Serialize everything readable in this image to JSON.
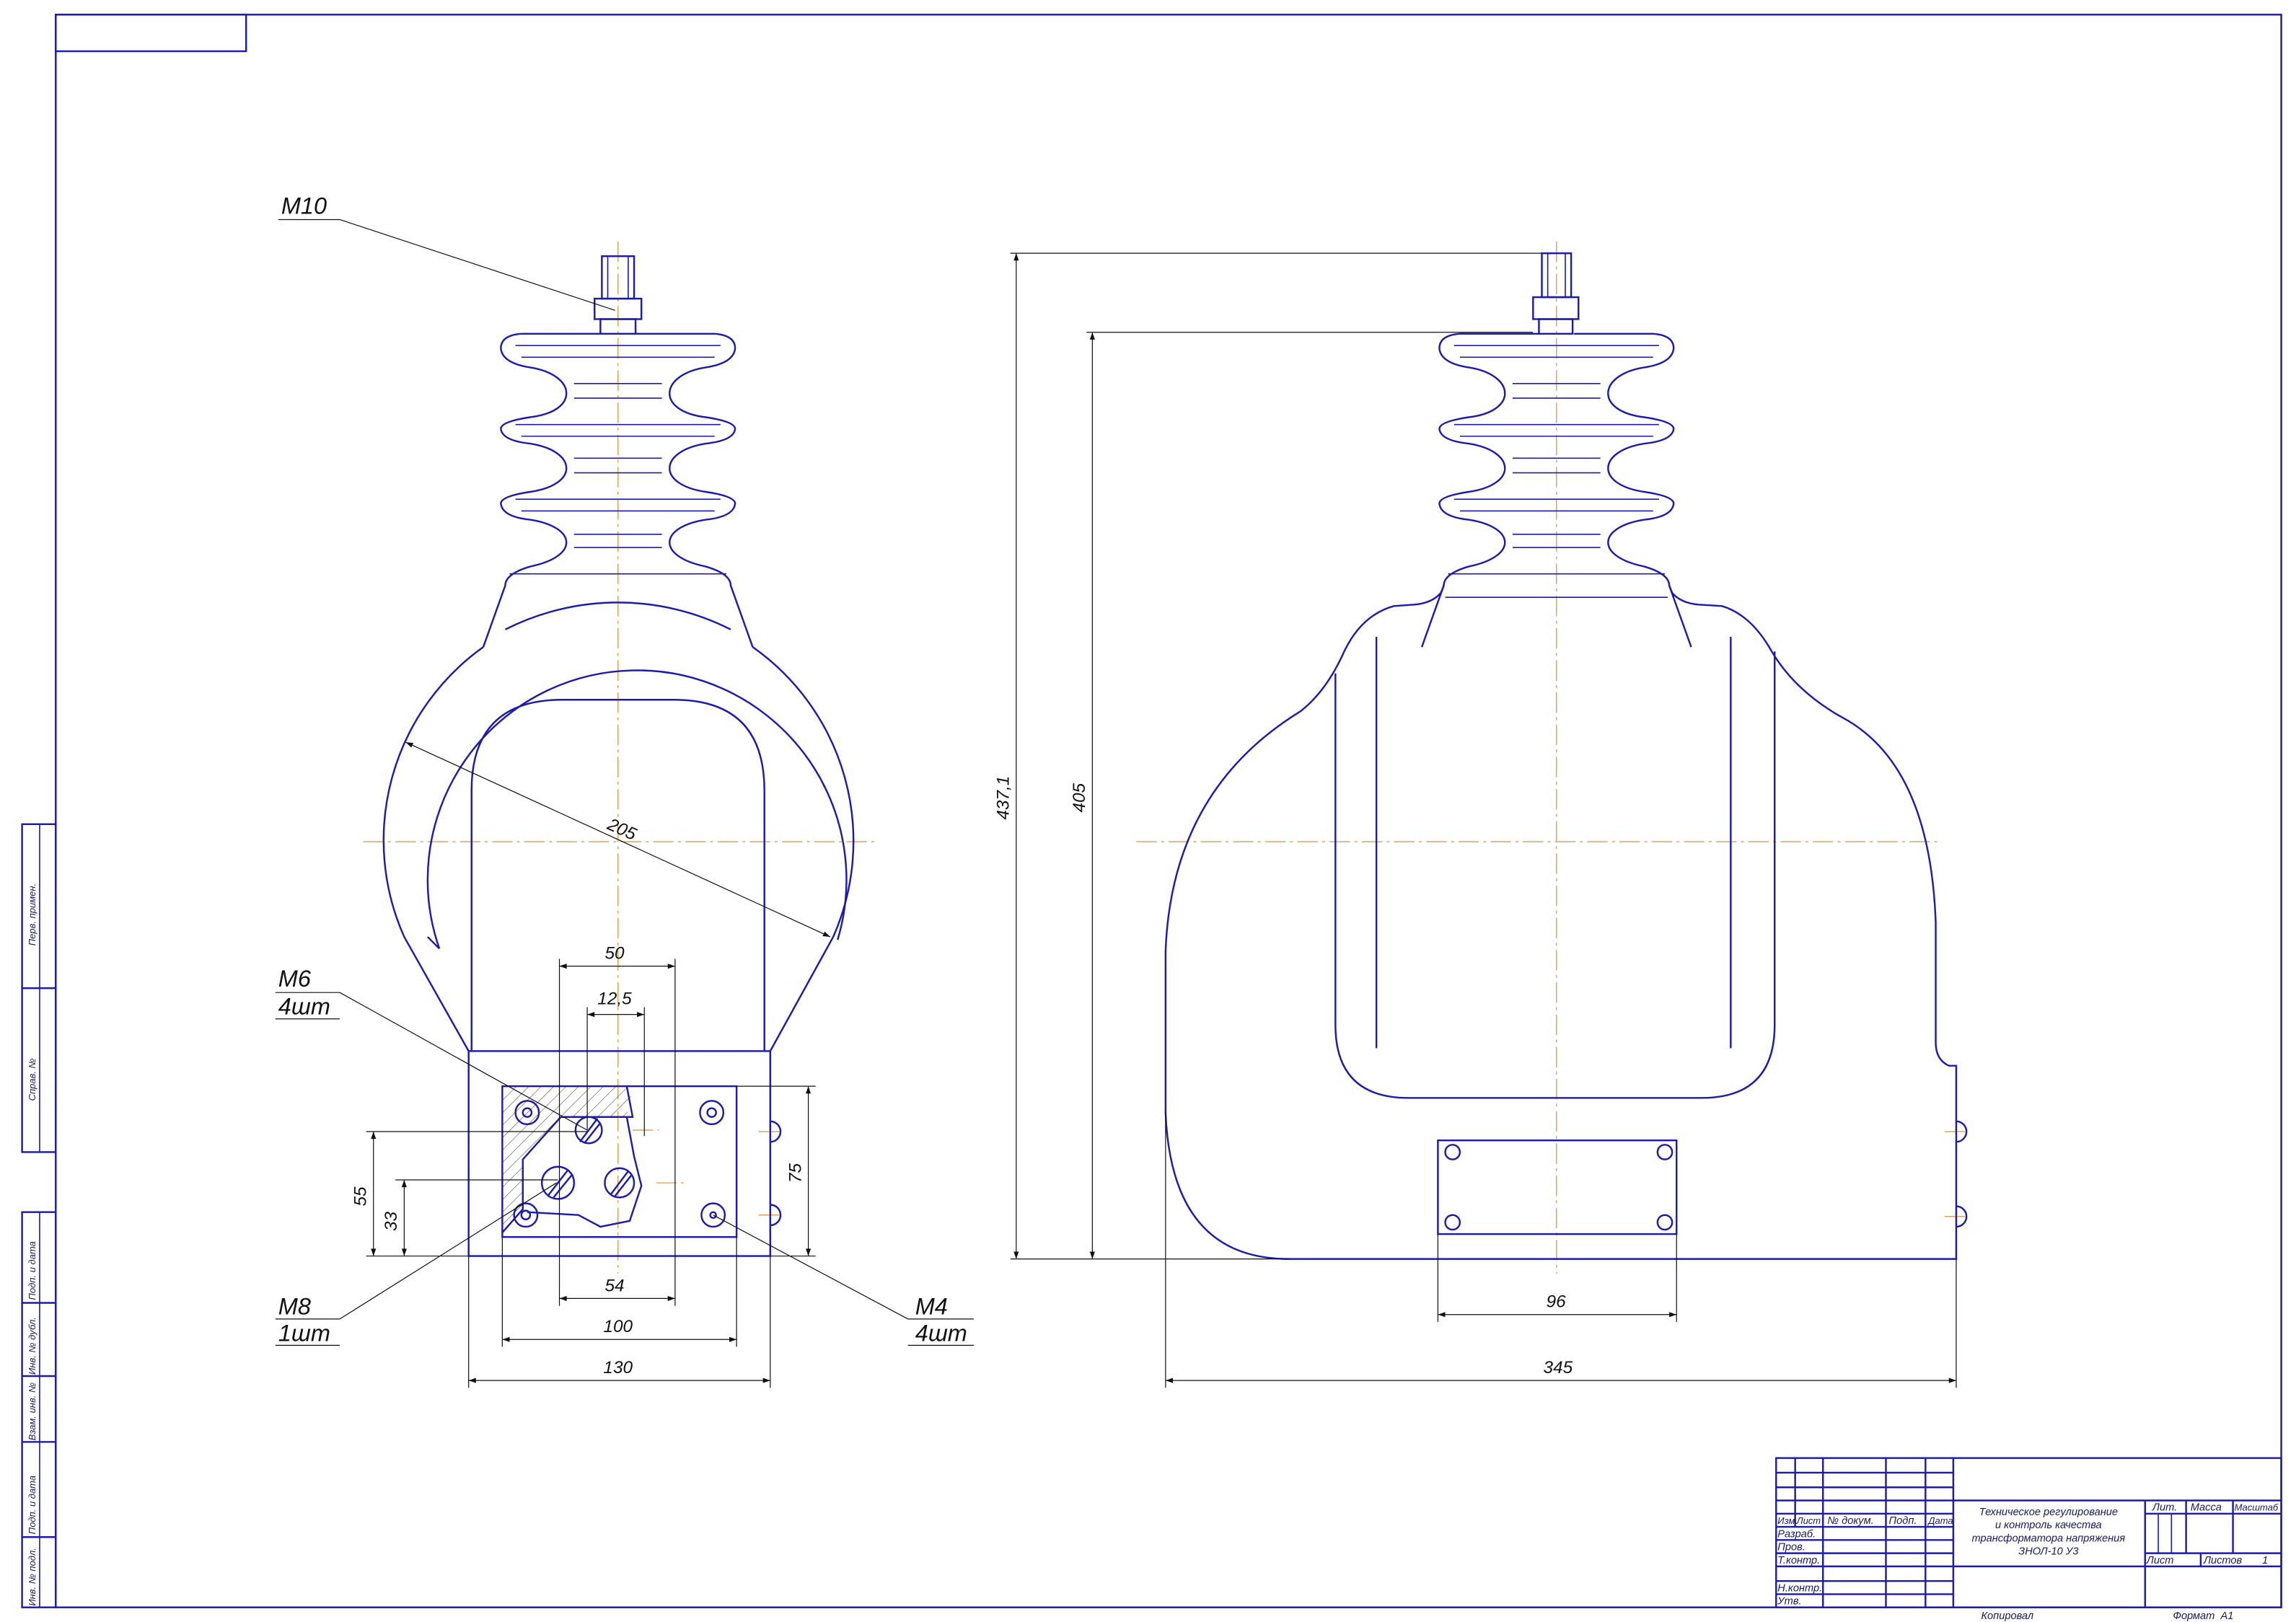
{
  "drawing": {
    "callouts": {
      "m10": "M10",
      "m6": "M6",
      "m6_qty": "4шт",
      "m8": "M8",
      "m8_qty": "1шт",
      "m4": "M4",
      "m4_qty": "4шт"
    },
    "dimensions": {
      "diameter": "205",
      "d50": "50",
      "d12_5": "12,5",
      "d54": "54",
      "d100": "100",
      "d130": "130",
      "d55": "55",
      "d33": "33",
      "d75": "75",
      "d437_1": "437,1",
      "d405": "405",
      "d96": "96",
      "d345": "345"
    }
  },
  "side_strip": {
    "perv_primen": "Перв. примен.",
    "sprav_no": "Справ. №",
    "podp_data_1": "Подп. и дата",
    "inv_dubl": "Инв. № дубл.",
    "vzam_inv": "Взам. инв. №",
    "podp_data_2": "Подп. и дата",
    "inv_podl": "Инв. № подл."
  },
  "title_block": {
    "col_izm": "Изм.",
    "col_list": "Лист",
    "col_dokum": "№ докум.",
    "col_podp": "Подп.",
    "col_data": "Дата",
    "row_razrab": "Разраб.",
    "row_prov": "Пров.",
    "row_tkontr": "Т.контр.",
    "row_nkontr": "Н.контр.",
    "row_utv": "Утв.",
    "title_lines": [
      "Техническое регулирование",
      "и контроль качества",
      "трансформатора напряжения",
      "ЗНОЛ-10 У3"
    ],
    "lit": "Лит.",
    "massa": "Масса",
    "masshtab": "Масштаб",
    "sheet": "Лист",
    "sheets": "Листов",
    "sheets_count": "1",
    "copied": "Копировал",
    "format": "Формат  А1"
  },
  "colors": {
    "outline": "#1c1ca8",
    "centerline": "#d8903c",
    "dimension": "#111111"
  }
}
